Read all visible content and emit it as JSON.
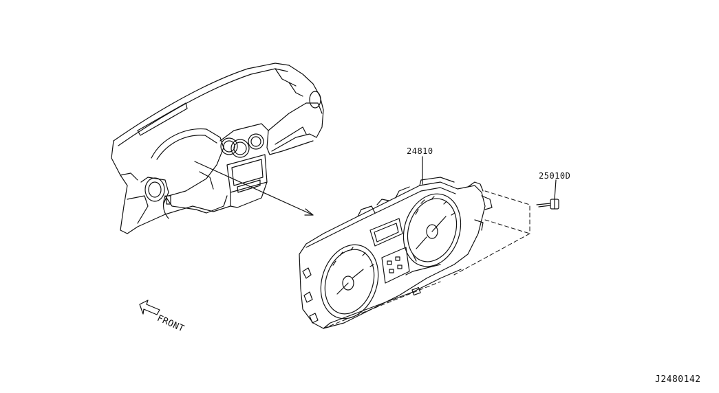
{
  "labels": {
    "cluster_part": "24810",
    "screw_part": "25010D",
    "front": "FRONT",
    "diagram_id": "J2480142"
  }
}
